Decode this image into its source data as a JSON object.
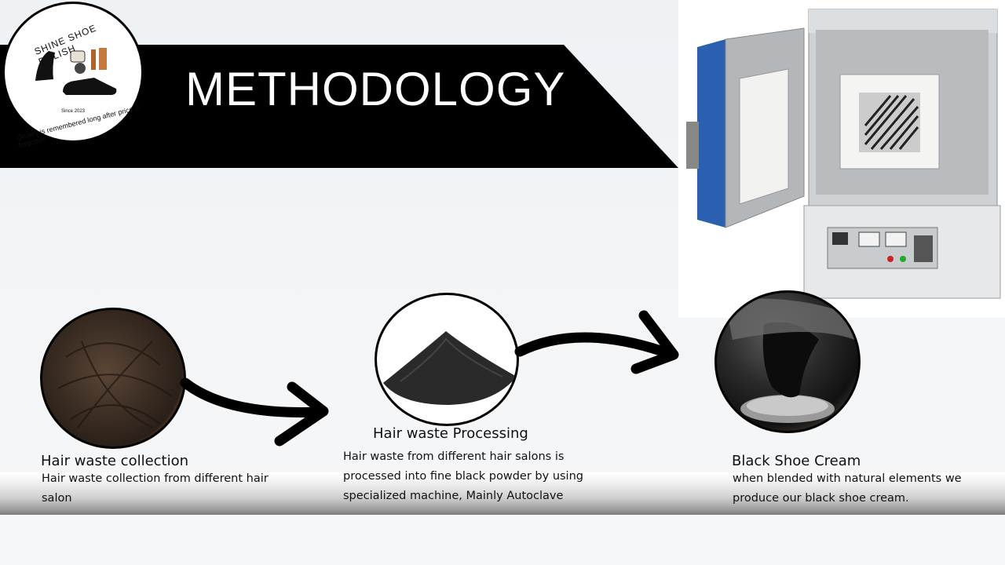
{
  "header": {
    "title": "METHODOLOGY"
  },
  "logo": {
    "brand": "SHINE SHOE POLISH",
    "tagline": "Quality is remembered long after price is forgotten",
    "since": "Since 2023"
  },
  "steps": [
    {
      "label": "Hair waste collection",
      "description": "Hair waste collection from different hair salon",
      "image": "hair-waste-photo"
    },
    {
      "label": "Hair waste Processing",
      "description": "Hair waste from different hair salons is processed into fine black powder by using specialized machine, Mainly Autoclave",
      "image": "black-powder-photo"
    },
    {
      "label": "Black Shoe Cream",
      "description": "when blended with natural elements we produce our black shoe cream.",
      "image": "shoe-cream-photo"
    }
  ],
  "colors": {
    "banner": "#000000",
    "title": "#ffffff",
    "background": "#eef2f5",
    "furnace_door": "#2b5fb0"
  }
}
